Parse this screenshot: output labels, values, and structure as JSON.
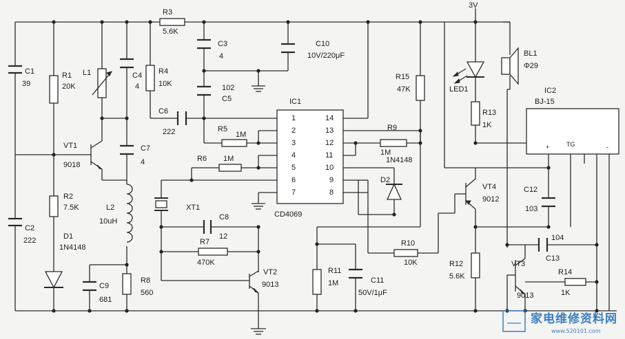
{
  "labels": {
    "supply": "3V",
    "r3": "R3",
    "r3_value": "5.6K",
    "c3": "C3",
    "c3_value": "4",
    "c10": "C10",
    "c10_value": "10V/220μF",
    "c5_value": "102",
    "c5": "C5",
    "c1": "C1",
    "c1_value": "39",
    "r1": "R1",
    "r1_value": "20K",
    "l1": "L1",
    "c4": "C4",
    "c4_value": "4",
    "r4": "R4",
    "r4_value": "10K",
    "c6": "C6",
    "c6_value": "222",
    "ic1": "IC1",
    "ic1_part": "CD4069",
    "r5": "R5",
    "r5_value": "1M",
    "r6": "R6",
    "r6_value": "1M",
    "vt1": "VT1",
    "vt1_part": "9018",
    "c7": "C7",
    "c7_value": "4",
    "r2": "R2",
    "r2_value": "7.5K",
    "l2": "L2",
    "l2_value": "10uH",
    "c2": "C2",
    "c2_value": "222",
    "d1": "D1",
    "d1_part": "1N4148",
    "xt1": "XT1",
    "c8": "C8",
    "c8_value": "12",
    "r7": "R7",
    "r7_value": "470K",
    "c9": "C9",
    "c9_value": "681",
    "r8": "R8",
    "r8_value": "560",
    "vt2": "VT2",
    "vt2_part": "9013",
    "r9": "R9",
    "r9_value": "1M",
    "d2_part": "1N4148",
    "d2": "D2",
    "r15": "R15",
    "r15_value": "47K",
    "r10": "R10",
    "r10_value": "10K",
    "r11": "R11",
    "r11_value": "1M",
    "c11": "C11",
    "c11_value": "50V/1μF",
    "led1": "LED1",
    "r13": "R13",
    "r13_value": "1K",
    "bl1": "BL1",
    "bl1_size": "Φ29",
    "ic2": "IC2",
    "ic2_part": "BJ-15",
    "ic2_pin_plus": "+",
    "ic2_pin_tg": "TG",
    "ic2_pin_minus": "-",
    "vt4": "VT4",
    "vt4_part": "9012",
    "c12": "C12",
    "c12_value": "103",
    "c13_value": "104",
    "c13": "C13",
    "r12": "R12",
    "r12_value": "5.6K",
    "vt3": "VT3",
    "vt3_part": "9013",
    "r14": "R14",
    "r14_value": "1K"
  },
  "ic1_pins": {
    "left": [
      "1",
      "2",
      "3",
      "4",
      "5",
      "6",
      "7"
    ],
    "right": [
      "14",
      "13",
      "12",
      "11",
      "10",
      "9",
      "8"
    ]
  },
  "watermark": {
    "title": "家电维修资料网",
    "url": "www.520101.com",
    "color": "#3a7fc1"
  },
  "colors": {
    "ink": "#2a2a2a",
    "background": "#f4f4f2"
  }
}
